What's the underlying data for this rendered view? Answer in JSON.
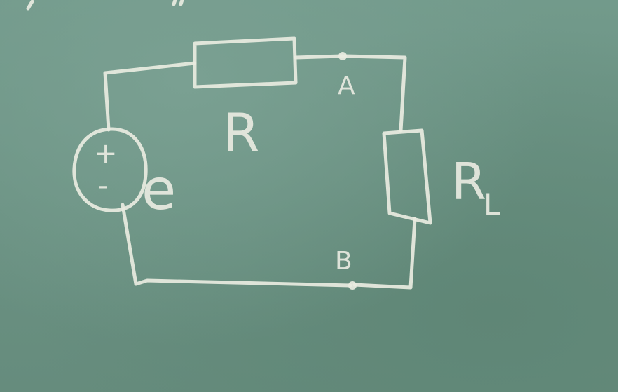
{
  "diagram": {
    "labels": {
      "resistor": "R",
      "load_resistor_main": "R",
      "load_resistor_sub": "L",
      "source": "e",
      "source_plus": "+",
      "source_minus": "-",
      "node_a": "A",
      "node_b": "B"
    },
    "colors": {
      "board": "#6f9586",
      "chalk": "#e9ebe1"
    }
  }
}
